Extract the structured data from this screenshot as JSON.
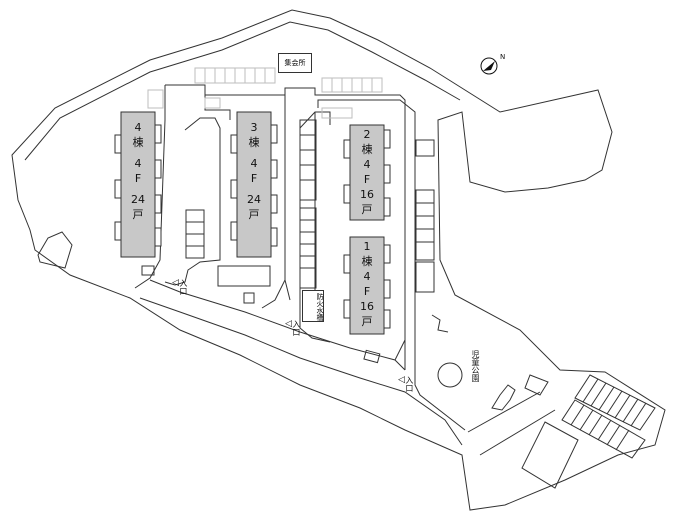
{
  "buildings": [
    {
      "id": "b4",
      "lines": [
        "4",
        "棟",
        "4",
        "F",
        "24",
        "戸"
      ]
    },
    {
      "id": "b3",
      "lines": [
        "3",
        "棟",
        "4",
        "F",
        "24",
        "戸"
      ]
    },
    {
      "id": "b2",
      "lines": [
        "2",
        "棟",
        "4",
        "F",
        "16",
        "戸"
      ]
    },
    {
      "id": "b1",
      "lines": [
        "1",
        "棟",
        "4",
        "F",
        "16",
        "戸"
      ]
    }
  ],
  "labels": {
    "meeting_hall": "集会所",
    "fire_cistern": "防火水槽",
    "entrance_1": "入口",
    "entrance_2": "入口",
    "entrance_3": "入口",
    "park": "児童公園",
    "north": "N"
  },
  "colors": {
    "building_fill": "#c8c8c8",
    "line": "#333333",
    "parking_line": "#bdbdbd",
    "background": "#ffffff"
  }
}
